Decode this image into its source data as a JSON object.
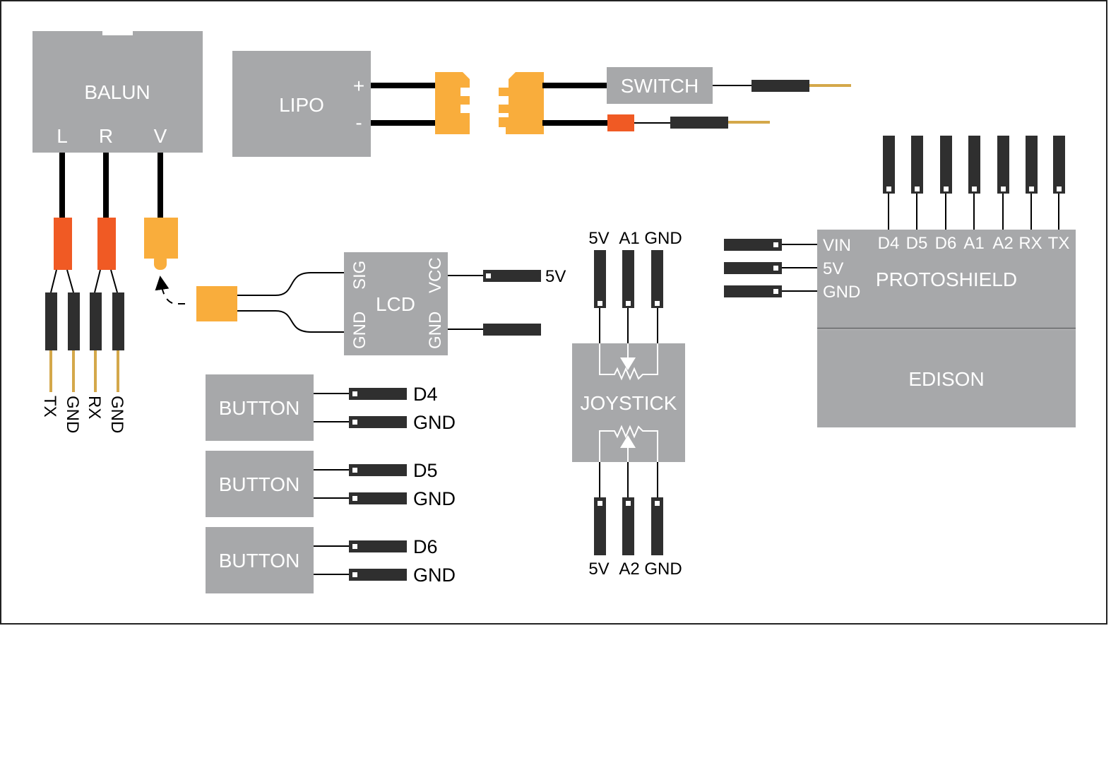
{
  "balun": {
    "title": "BALUN",
    "pins": [
      "L",
      "R",
      "V"
    ],
    "headers": [
      "TX",
      "GND",
      "RX",
      "GND"
    ]
  },
  "lipo": {
    "title": "LIPO",
    "plus": "+",
    "minus": "-"
  },
  "switch": {
    "title": "SWITCH"
  },
  "lcd": {
    "title": "LCD",
    "left_pins": [
      "SIG",
      "GND"
    ],
    "right_pins": [
      "VCC",
      "GND"
    ],
    "vcc_label": "5V"
  },
  "buttons": [
    {
      "title": "BUTTON",
      "signal": "D4",
      "ground": "GND"
    },
    {
      "title": "BUTTON",
      "signal": "D5",
      "ground": "GND"
    },
    {
      "title": "BUTTON",
      "signal": "D6",
      "ground": "GND"
    }
  ],
  "joystick": {
    "title": "JOYSTICK",
    "top_pins": [
      "5V",
      "A1",
      "GND"
    ],
    "bottom_pins": [
      "5V",
      "A2",
      "GND"
    ]
  },
  "protoshield": {
    "title": "PROTOSHIELD",
    "left_pins": [
      "VIN",
      "5V",
      "GND"
    ],
    "top_pins": [
      "D4",
      "D5",
      "D6",
      "A1",
      "A2",
      "RX",
      "TX"
    ]
  },
  "edison": {
    "title": "EDISON"
  },
  "colors": {
    "box": "#a7a8aa",
    "header": "#2f2f2f",
    "orange": "#f05a24",
    "yellow": "#f9ad3c",
    "gold": "#d4a84a"
  }
}
